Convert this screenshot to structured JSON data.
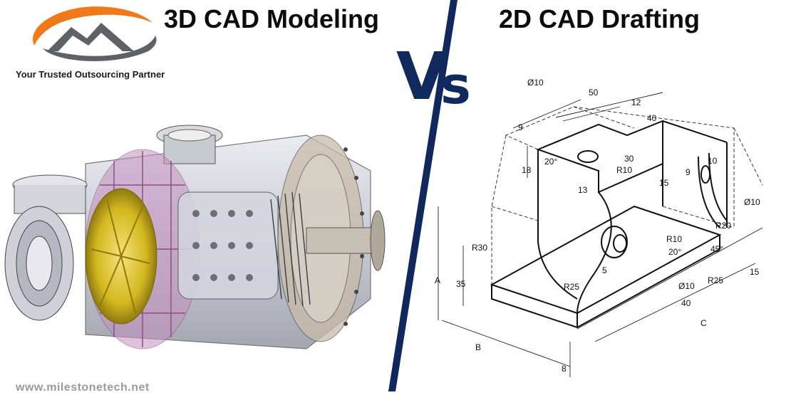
{
  "brand": {
    "tagline": "Your Trusted Outsourcing Partner",
    "website": "www.milestonetech.net",
    "accent_color": "#f07a1a",
    "logo_gray": "#5e6166",
    "divider_color": "#10285c"
  },
  "left_panel": {
    "title": "3D CAD Modeling",
    "illustration": "turbine-assembly-3d-model"
  },
  "right_panel": {
    "title": "2D CAD Drafting",
    "illustration": "isometric-bracket-drawing"
  },
  "versus": {
    "v": "V",
    "s": "s"
  },
  "dimensions": {
    "d_o10_top": "Ø10",
    "d_50": "50",
    "d_12": "12",
    "d_40_top": "40",
    "d_9_left": "9",
    "d_20deg_top": "20°",
    "d_30": "30",
    "d_r10_top": "R10",
    "d_10": "10",
    "d_9_mid": "9",
    "d_18": "18",
    "d_15_mid": "15",
    "d_13": "13",
    "d_o10_right": "Ø10",
    "d_r20": "R20",
    "d_r30": "R30",
    "d_a": "A",
    "d_35": "35",
    "d_r10_mid": "R10",
    "d_20deg_mid": "20°",
    "d_45deg": "45°",
    "d_5": "5",
    "d_r25_right": "R25",
    "d_15_right": "15",
    "d_r25_left": "R25",
    "d_o10_bottom": "Ø10",
    "d_40_bottom": "40",
    "d_c": "C",
    "d_b": "B",
    "d_8": "8"
  }
}
